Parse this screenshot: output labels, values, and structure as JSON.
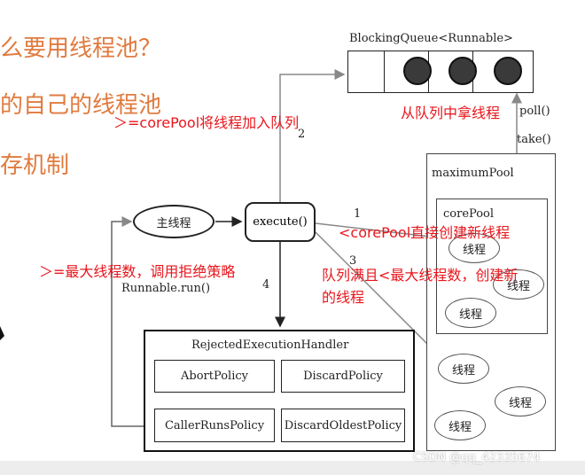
{
  "slide_background": {
    "line1": "么要用线程池？",
    "line2": "的自己的线程池",
    "line3": "存机制"
  },
  "diagram": {
    "queue_label": "BlockingQueue<Runnable>",
    "main_thread": "主线程",
    "execute": "execute()",
    "maximum_pool": "maximumPool",
    "core_pool": "corePool",
    "thread_label": "线程",
    "handler_title": "RejectedExecutionHandler",
    "policies": [
      "AbortPolicy",
      "DiscardPolicy",
      "CallerRunsPolicy",
      "DiscardOldestPolicy"
    ],
    "poll": "poll()",
    "take": "take()",
    "runnable_run": "Runnable.run()",
    "step_1": "1",
    "step_2": "2",
    "step_3": "3",
    "step_4": "4"
  },
  "annotations": {
    "ge_core_pool": "＞=corePool将线程加入队列",
    "take_from_queue": "从队列中拿线程",
    "lt_core_pool": "<corePool直接创建新线程",
    "ge_max_threads": "＞=最大线程数，调用拒绝策略",
    "queue_full_line1": "队列满且<最大线程数，创建新",
    "queue_full_line2": "的线程"
  },
  "watermark": "CSDN @qq_42335674"
}
